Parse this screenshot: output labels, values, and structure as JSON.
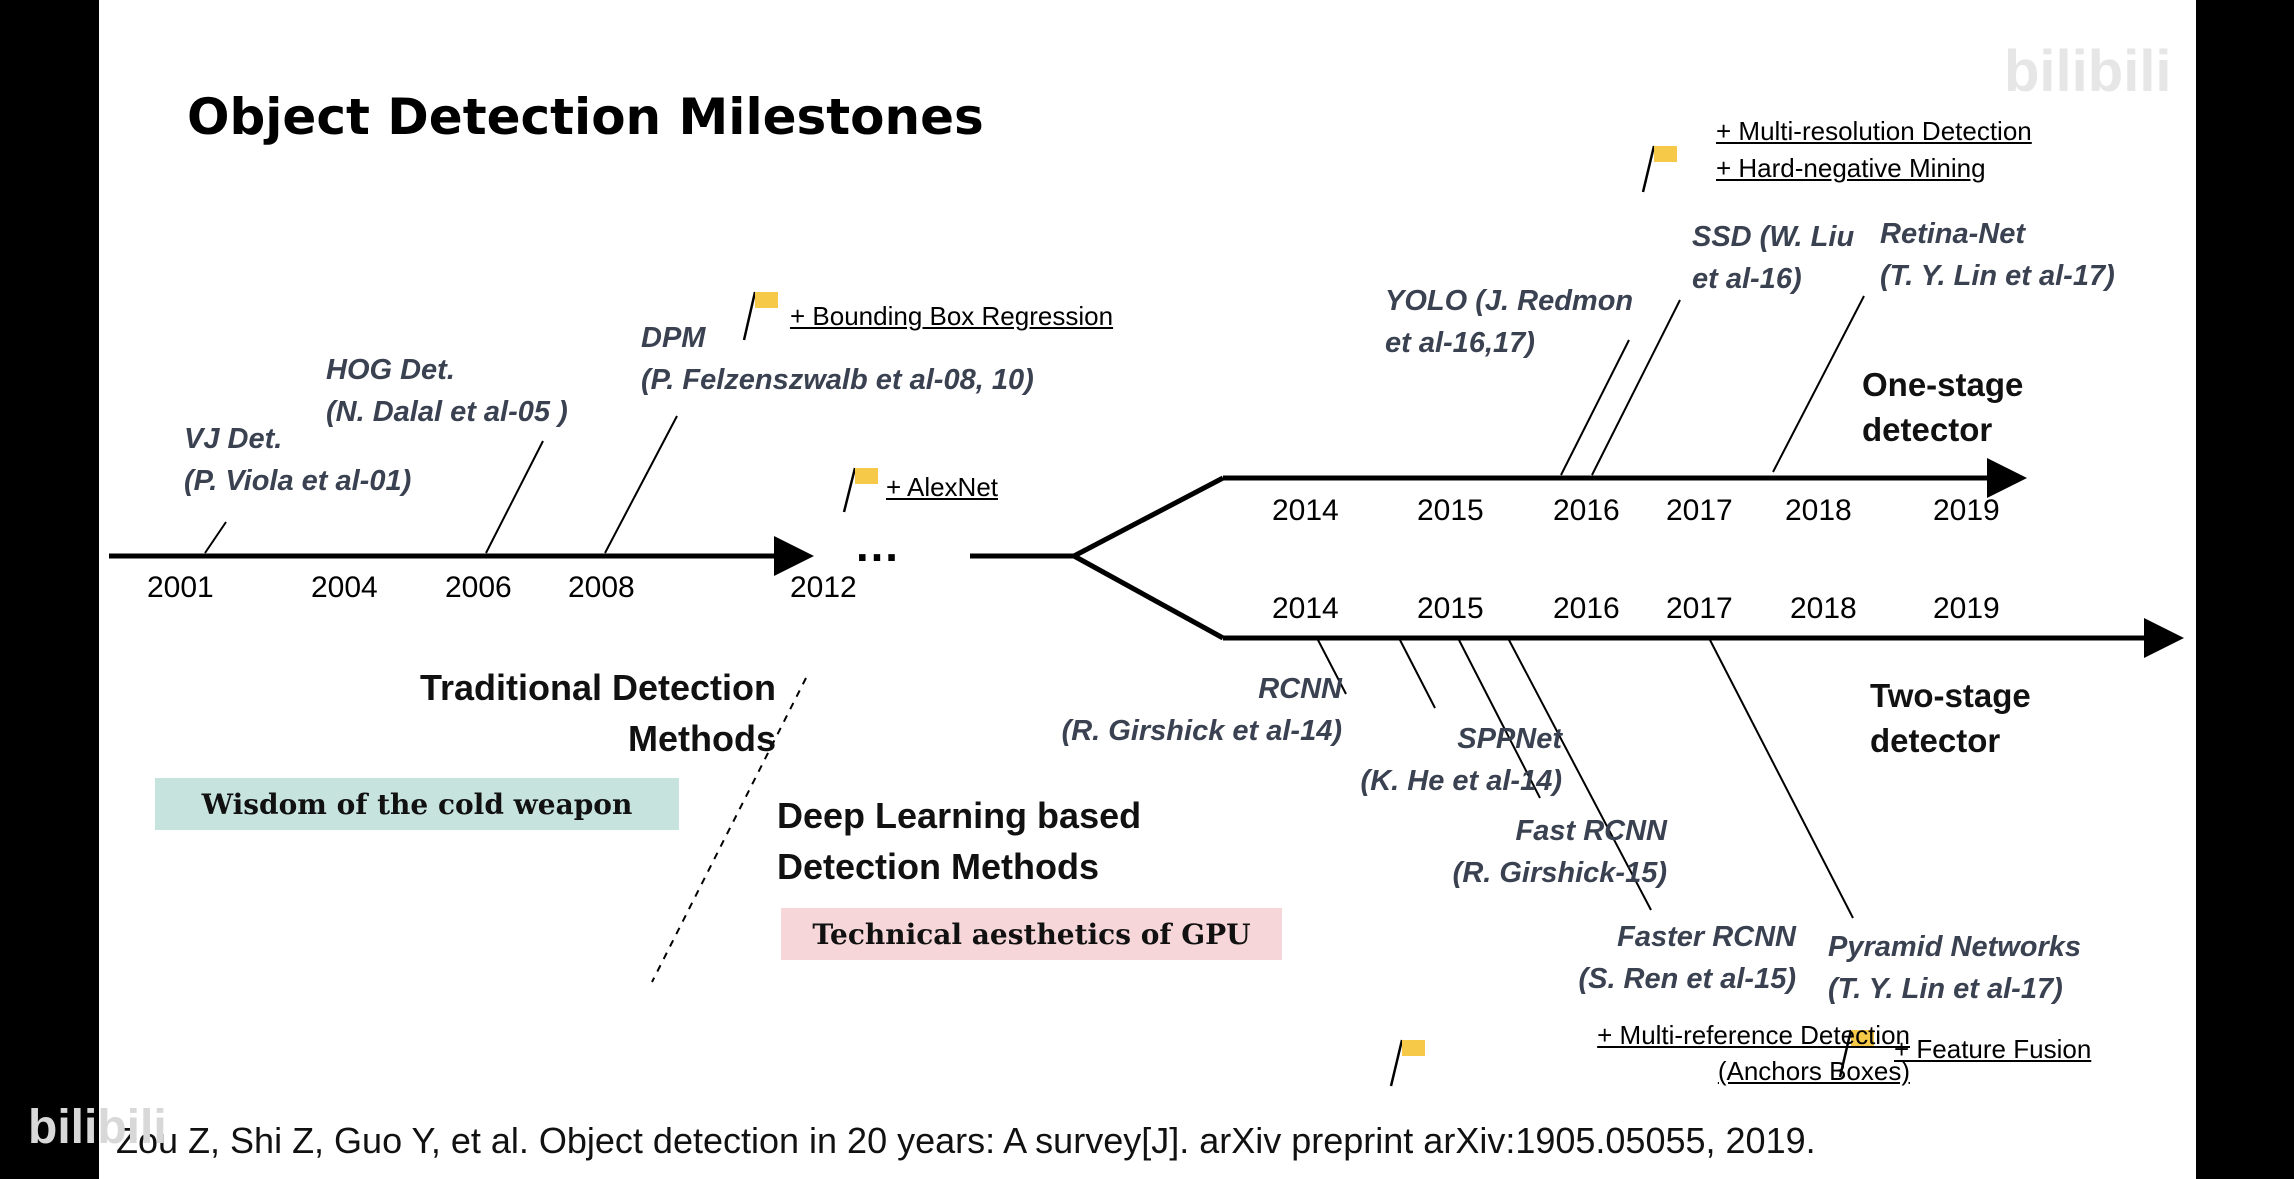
{
  "title": "Object Detection Milestones",
  "traditional": {
    "years": [
      "2001",
      "2004",
      "2006",
      "2008",
      "2012"
    ],
    "ellipsis": "…",
    "detectors": [
      {
        "name": "VJ Det.",
        "authors": "(P. Viola et al-01)"
      },
      {
        "name": "HOG Det.",
        "authors": "(N. Dalal et al-05 )"
      },
      {
        "name": "DPM",
        "authors": "(P. Felzenszwalb et al-08, 10)"
      }
    ],
    "section_title": [
      "Traditional Detection",
      "Methods"
    ],
    "band_label": "Wisdom of the cold weapon"
  },
  "deep": {
    "section_title": [
      "Deep Learning based",
      "Detection Methods"
    ],
    "band_label": "Technical aesthetics of GPU"
  },
  "one_stage": {
    "label": [
      "One-stage",
      "detector"
    ],
    "years": [
      "2014",
      "2015",
      "2016",
      "2017",
      "2018",
      "2019"
    ],
    "detectors": [
      {
        "name": "YOLO (J. Redmon",
        "authors": "et al-16,17)"
      },
      {
        "name": "SSD (W. Liu",
        "authors": "et al-16)"
      },
      {
        "name": "Retina-Net",
        "authors": "(T. Y. Lin et al-17)"
      }
    ]
  },
  "two_stage": {
    "label": [
      "Two-stage",
      "detector"
    ],
    "years": [
      "2014",
      "2015",
      "2016",
      "2017",
      "2018",
      "2019"
    ],
    "detectors": [
      {
        "name": "RCNN",
        "authors": "(R. Girshick et al-14)"
      },
      {
        "name": "SPPNet",
        "authors": "(K. He et al-14)"
      },
      {
        "name": "Fast RCNN",
        "authors": "(R. Girshick-15)"
      },
      {
        "name": "Faster RCNN",
        "authors": "(S. Ren et al-15)"
      },
      {
        "name": "Pyramid Networks",
        "authors": "(T. Y. Lin et al-17)"
      }
    ]
  },
  "milestone_notes": {
    "bbox": "+ Bounding Box Regression",
    "alexnet": "+ AlexNet",
    "multi_res": "+ Multi-resolution Detection",
    "hard_neg": "+ Hard-negative Mining",
    "multi_ref": "+ Multi-reference Detection",
    "anchors": "(Anchors Boxes)",
    "feature_fusion": "+ Feature Fusion"
  },
  "reference": "Zou Z, Shi Z, Guo Y, et al. Object detection in 20 years: A survey[J]. arXiv preprint arXiv:1905.05055, 2019.",
  "watermark": {
    "logo": "bilibili",
    "overlay": "bilibili"
  },
  "colors": {
    "flag": "#f7c948",
    "band_cold": "#c6e3dd",
    "band_gpu": "#f6d6d9",
    "detector_text": "#3a4150"
  }
}
